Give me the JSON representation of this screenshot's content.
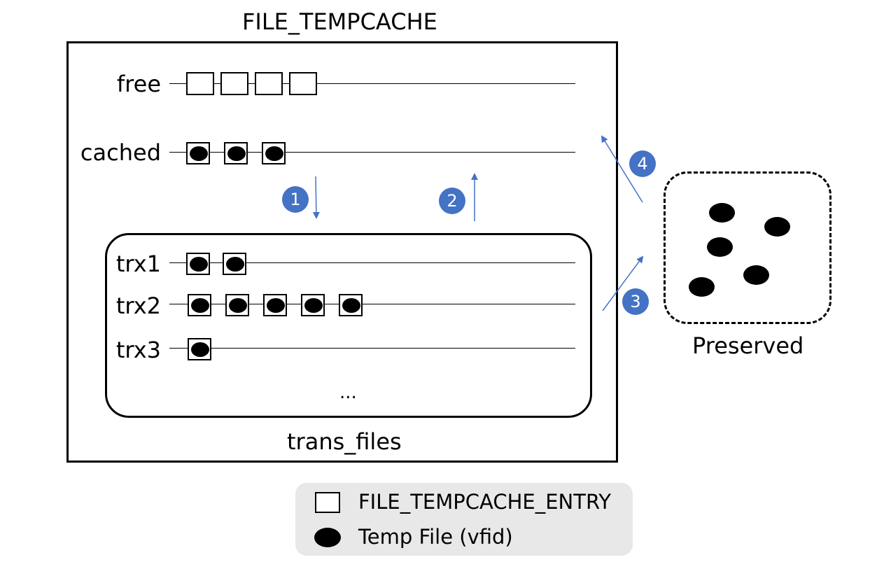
{
  "title": "FILE_TEMPCACHE",
  "rows": {
    "free": "free",
    "cached": "cached",
    "trx1": "trx1",
    "trx2": "trx2",
    "trx3": "trx3"
  },
  "ellipsis": "...",
  "trans_files_label": "trans_files",
  "preserved_label": "Preserved",
  "steps": [
    "1",
    "2",
    "3",
    "4"
  ],
  "legend": {
    "entry_label": "FILE_TEMPCACHE_ENTRY",
    "tempfile_label": "Temp File (vfid)"
  },
  "colors": {
    "step_badge": "#4472c4",
    "arrow": "#4472c4",
    "legend_bg": "#e8e8e8"
  }
}
